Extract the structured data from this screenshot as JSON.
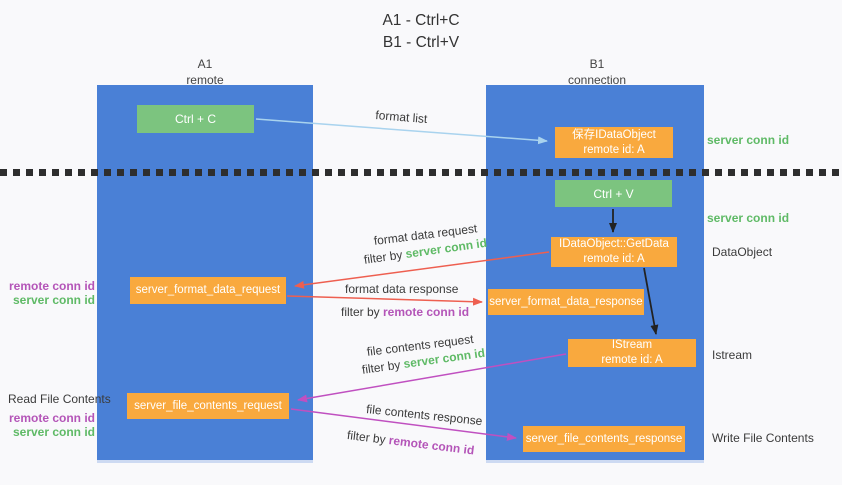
{
  "title": {
    "line1": "A1 - Ctrl+C",
    "line2": "B1 - Ctrl+V"
  },
  "columns": {
    "left": {
      "header_line1": "A1",
      "header_line2": "remote"
    },
    "right": {
      "header_line1": "B1",
      "header_line2": "connection"
    }
  },
  "nodes": {
    "ctrl_c": {
      "label": "Ctrl + C"
    },
    "save_dataobject": {
      "line1": "保存IDataObject",
      "line2": "remote id: A"
    },
    "ctrl_v": {
      "label": "Ctrl + V"
    },
    "getdata": {
      "line1": "IDataObject::GetData",
      "line2": "remote id: A"
    },
    "format_request": {
      "label": "server_format_data_request"
    },
    "format_response": {
      "label": "server_format_data_response"
    },
    "istream": {
      "line1": "IStream",
      "line2": "remote id: A"
    },
    "file_request": {
      "label": "server_file_contents_request"
    },
    "file_response": {
      "label": "server_file_contents_response"
    }
  },
  "side_labels": {
    "server_conn_id_top": "server conn id",
    "server_conn_id_mid": "server conn id",
    "dataobject": "DataObject",
    "istream": "Istream",
    "write_file_contents": "Write File Contents",
    "read_file_contents": "Read File Contents",
    "left_remote_conn_id_1": "remote conn id",
    "left_server_conn_id_1": "server conn id",
    "left_remote_conn_id_2": "remote conn id",
    "left_server_conn_id_2": "server conn id"
  },
  "arrow_labels": {
    "format_list": "format list",
    "format_data_request": "format data request",
    "filter_by_1_prefix": "filter by ",
    "filter_by_1_value": "server conn id",
    "format_data_response": "format data response",
    "filter_by_2_prefix": "filter by ",
    "filter_by_2_value": "remote conn id",
    "file_contents_request": "file contents request",
    "filter_by_3_prefix": "filter by ",
    "filter_by_3_value": "server conn id",
    "file_contents_response": "file contents response",
    "filter_by_4_prefix": "filter by ",
    "filter_by_4_value": "remote conn id"
  },
  "colors": {
    "column_blue": "#4A80D6",
    "box_green": "#7CC47F",
    "box_orange": "#F9A93E",
    "arrow_light_blue": "#A9D3EE",
    "arrow_red": "#EE5F50",
    "arrow_magenta": "#C050C0",
    "arrow_black": "#222222",
    "text_green": "#5FBA66",
    "text_purple": "#B455B8",
    "text_dark": "#3B3B3B",
    "background": "#F9F9FB"
  }
}
